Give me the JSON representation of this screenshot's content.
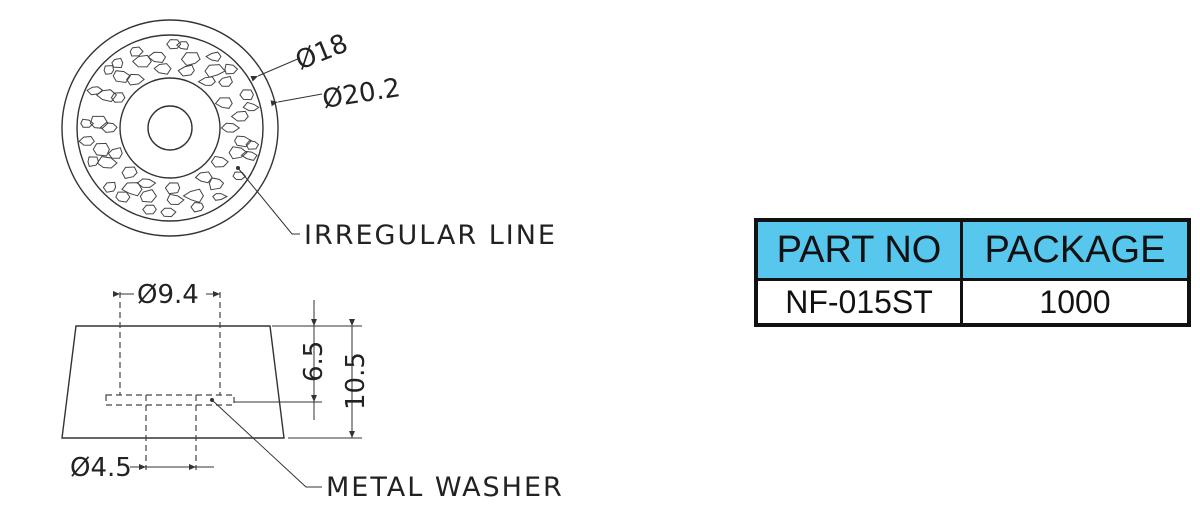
{
  "top_view": {
    "inner_diameter": "Ø18",
    "outer_diameter": "Ø20.2",
    "texture_note": "IRREGULAR LINE"
  },
  "side_view": {
    "hole_diameter": "Ø9.4",
    "washer_hole_diameter": "Ø4.5",
    "hole_depth": "6.5",
    "total_height": "10.5",
    "washer_note": "METAL WASHER"
  },
  "table": {
    "headers": [
      "PART NO",
      "PACKAGE"
    ],
    "rows": [
      [
        "NF-015ST",
        "1000"
      ]
    ],
    "header_color": "#58c7ee"
  }
}
